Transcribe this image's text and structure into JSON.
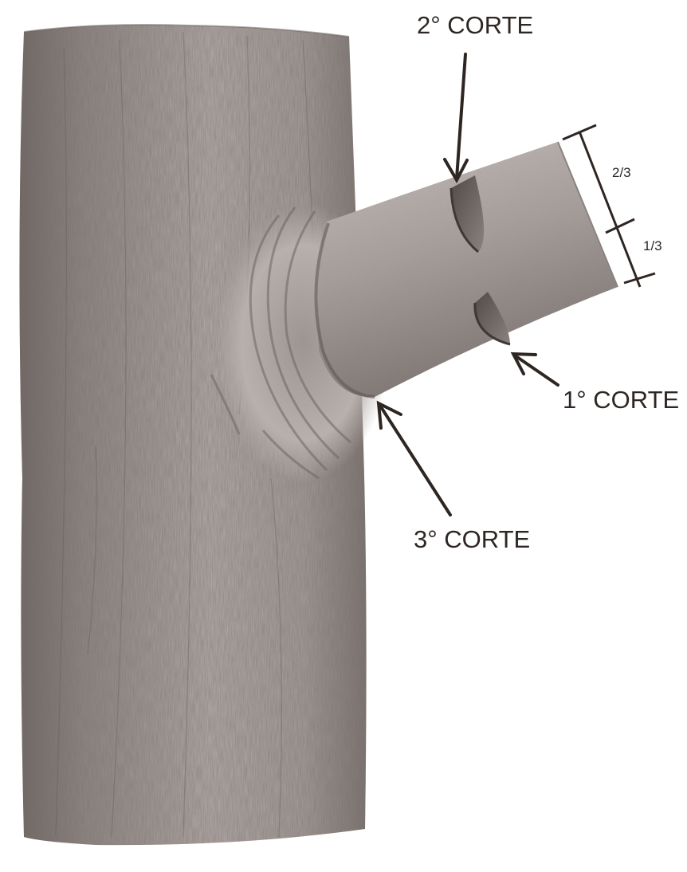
{
  "labels": {
    "cut_2": "2° CORTE",
    "cut_1": "1° CORTE",
    "cut_3": "3° CORTE",
    "frac_top": "2/3",
    "frac_bottom": "1/3"
  },
  "colors": {
    "ink": "#2e2622",
    "bark_mid": "#8f8783",
    "bark_light": "#c9c2bf",
    "bark_dark": "#5e5653"
  }
}
